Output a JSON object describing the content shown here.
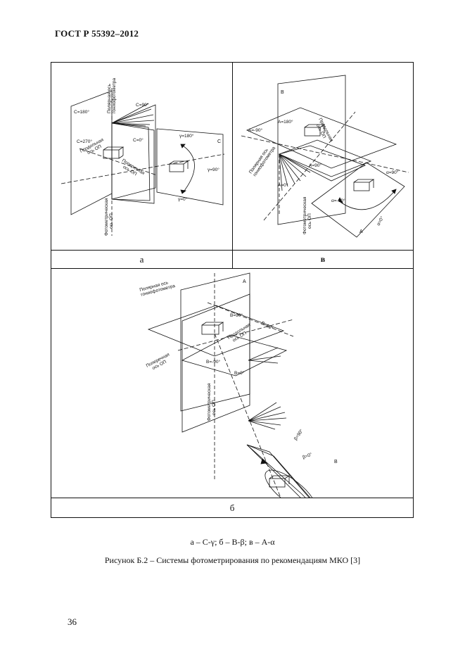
{
  "header": {
    "title": "ГОСТ Р 55392–2012"
  },
  "figure": {
    "panel_a": {
      "label": "а",
      "texts": {
        "c180": "С=180°",
        "c90": "С=90°",
        "c270": "С=270°",
        "c0": "С=0°",
        "gamma180": "γ=180°",
        "gamma90": "γ=90°",
        "gamma0": "γ=0°",
        "c_letter": "С",
        "polar_axis_1": "Полярная ось",
        "polar_axis_2": "гониофотометра",
        "long_axis_1": "Продольная",
        "long_axis_2": "ось ОП",
        "trans_axis_1": "Поперечная",
        "trans_axis_2": "ось ОП",
        "photo_axis_1": "Фотометрическая",
        "photo_axis_2": "ось ОП"
      }
    },
    "panel_v": {
      "label": "в",
      "texts": {
        "b_letter": "В",
        "a180": "А=180°",
        "am90": "А=-90°",
        "a0": "А=0°",
        "a90": "А=90°",
        "alpha90": "α=90°",
        "alpham90": "α=-90°",
        "alpha0": "α=0°",
        "a_letter": "А",
        "polar_axis_1": "Полярная ось",
        "polar_axis_2": "гониофотометра",
        "long_axis_1": "Продольная",
        "long_axis_2": "ось ОП",
        "photo_axis_1": "Фотометрическая",
        "photo_axis_2": "ось ОП"
      }
    },
    "panel_b": {
      "label": "б",
      "texts": {
        "a_letter": "А",
        "polar_axis_1": "Полярная ось",
        "polar_axis_2": "гониофотометра",
        "b90": "В=90°",
        "b60": "В=60°",
        "long_axis_1": "Продольная",
        "long_axis_2": "ось ОП",
        "trans_axis_1": "Поперечная",
        "trans_axis_2": "ось ОП",
        "bm90": "В=-90°",
        "b0": "В=0°",
        "photo_axis_1": "Фотометрическая",
        "photo_axis_2": "ось ОП",
        "beta90": "β=90°",
        "beta0": "β=0°",
        "b_letter": "В"
      }
    }
  },
  "legend": "а – C-γ;  б – B-β;  в – A-α",
  "caption": "Рисунок Б.2 – Системы фотометрирования по рекомендациям МКО [3]",
  "page_number": "36"
}
